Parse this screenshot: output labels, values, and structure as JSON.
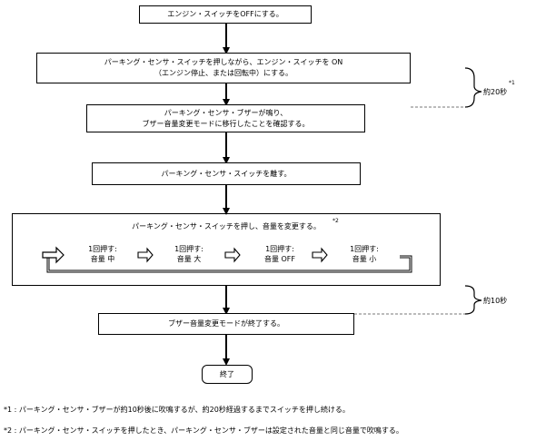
{
  "steps": {
    "s1": "エンジン・スイッチをOFFにする。",
    "s2_line1": "パーキング・センサ・スイッチを押しながら、エンジン・スイッチを ON",
    "s2_line2": "（エンジン停止、または回転中）にする。",
    "s3_line1": "パーキング・センサ・ブザーが鳴り、",
    "s3_line2": "ブザー音量変更モードに移行したことを確認する。",
    "s4": "パーキング・センサ・スイッチを離す。",
    "s5_title": "パーキング・センサ・スイッチを押し、音量を変更する。",
    "s5_mark": "*2",
    "s6": "ブザー音量変更モードが終了する。",
    "end": "終了"
  },
  "cycle": [
    {
      "press": "1回押す:",
      "volume": "音量 中"
    },
    {
      "press": "1回押す:",
      "volume": "音量 大"
    },
    {
      "press": "1回押す:",
      "volume": "音量 OFF"
    },
    {
      "press": "1回押す:",
      "volume": "音量 小"
    }
  ],
  "timers": {
    "t1_mark": "*1",
    "t1_label": "約20秒",
    "t2_label": "約10秒"
  },
  "notes": [
    "*1 : パーキング・センサ・ブザーが約10秒後に吹鳴するが、約20秒経過するまでスイッチを押し続ける。",
    "*2 : パーキング・センサ・スイッチを押したとき、パーキング・センサ・ブザーは設定された音量と同じ音量で吹鳴する。"
  ]
}
